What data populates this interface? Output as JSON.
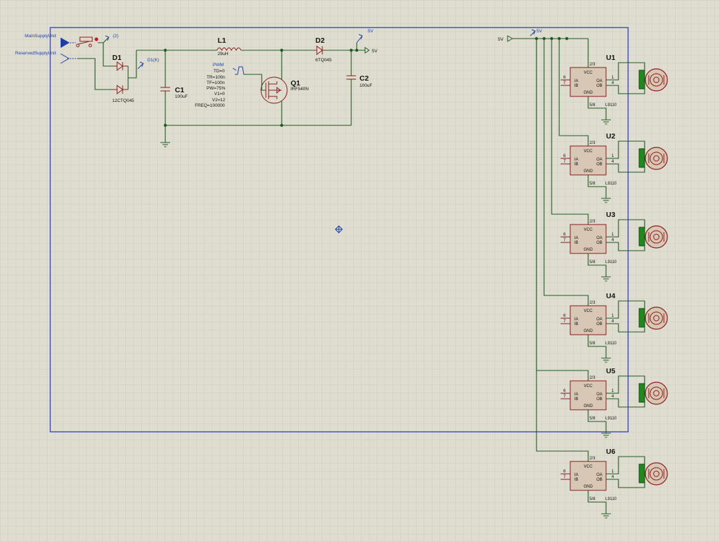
{
  "labels": {
    "main_supply": "MainSupplyUnit",
    "reserved_supply": "ReservedSupplyUnit",
    "term_2": "(2)",
    "term_d1k": "D1(K)",
    "term_5v_a": "5V",
    "term_5v_b": "5V",
    "term_5v_in": "5V",
    "term_5v_c": "5V"
  },
  "components": {
    "d1": {
      "ref": "D1",
      "value": "12CTQ045"
    },
    "l1": {
      "ref": "L1",
      "value": "29uH"
    },
    "d2": {
      "ref": "D2",
      "value": "6TQ045"
    },
    "c1": {
      "ref": "C1",
      "value": "100uF"
    },
    "c2": {
      "ref": "C2",
      "value": "100uF"
    },
    "q1": {
      "ref": "Q1",
      "value": "IRF540N"
    },
    "pwm": {
      "name": "PWM",
      "params": [
        "TD=0",
        "TR=100n",
        "TF=100n",
        "PW=75%",
        "V1=0",
        "V2=12",
        "FREQ=100000"
      ]
    }
  },
  "drivers": [
    {
      "ref": "U1",
      "part": "L9110"
    },
    {
      "ref": "U2",
      "part": "L9110"
    },
    {
      "ref": "U3",
      "part": "L9110"
    },
    {
      "ref": "U4",
      "part": "L9110"
    },
    {
      "ref": "U5",
      "part": "L9110"
    },
    {
      "ref": "U6",
      "part": "L9110"
    }
  ],
  "driver_pins": {
    "top": "2/3",
    "bottom": "5/8",
    "in_a": "6",
    "in_b": "7",
    "out_a": "1",
    "out_b": "4",
    "vcc": "VCC",
    "ia": "IA",
    "ib": "IB",
    "oa": "OA",
    "ob": "OB",
    "gnd": "GND"
  },
  "colors": {
    "background": "#deddd0",
    "grid": "#c9c8bb",
    "wire": "#1f5a1f",
    "component": "#8b1a1a",
    "sheet_border": "#1d2fc9",
    "terminal_label": "#1d3ea8",
    "motor_tab": "#1e8a1e"
  }
}
